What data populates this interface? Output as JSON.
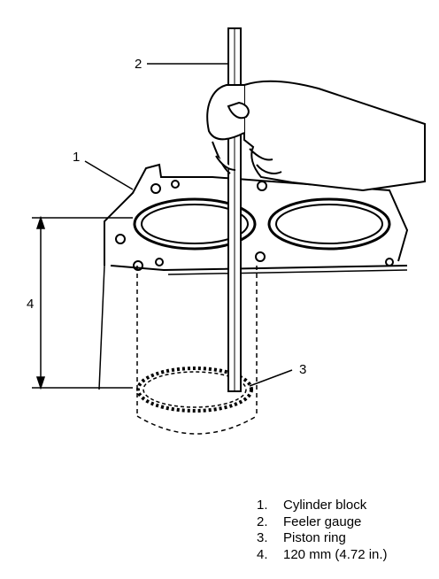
{
  "callouts": {
    "c1": "1",
    "c2": "2",
    "c3": "3",
    "c4": "4"
  },
  "legend": [
    {
      "number": "1.",
      "text": "Cylinder block"
    },
    {
      "number": "2.",
      "text": "Feeler gauge"
    },
    {
      "number": "3.",
      "text": "Piston ring"
    },
    {
      "number": "4.",
      "text": "120 mm (4.72 in.)"
    }
  ]
}
